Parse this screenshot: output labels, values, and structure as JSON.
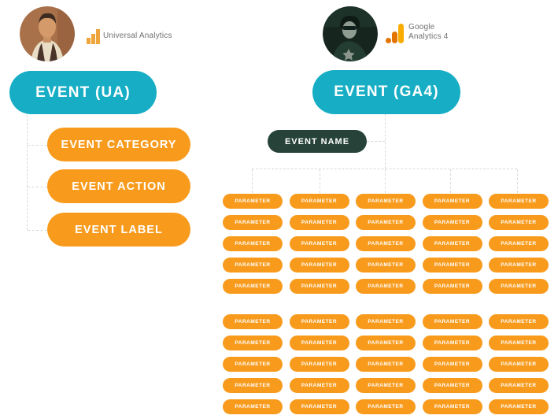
{
  "colors": {
    "teal": "#17aec5",
    "orange": "#f89b1d",
    "dark_green": "#264239",
    "brand_text": "#6f6f6f",
    "connector": "#d4dbd6",
    "ga_logo_orange": "#f9ab00",
    "ga_logo_orange_dark": "#e37400"
  },
  "left": {
    "brand": "Universal Analytics",
    "root_label": "EVENT (UA)",
    "children": [
      {
        "label": "EVENT CATEGORY"
      },
      {
        "label": "EVENT ACTION"
      },
      {
        "label": "EVENT LABEL"
      }
    ]
  },
  "right": {
    "brand_line1": "Google",
    "brand_line2": "Analytics 4",
    "root_label": "EVENT (GA4)",
    "event_name_label": "EVENT NAME",
    "parameter_label": "PARAMETER",
    "groups": [
      {
        "rows": 5,
        "cols": 5
      },
      {
        "rows": 5,
        "cols": 5
      }
    ]
  }
}
